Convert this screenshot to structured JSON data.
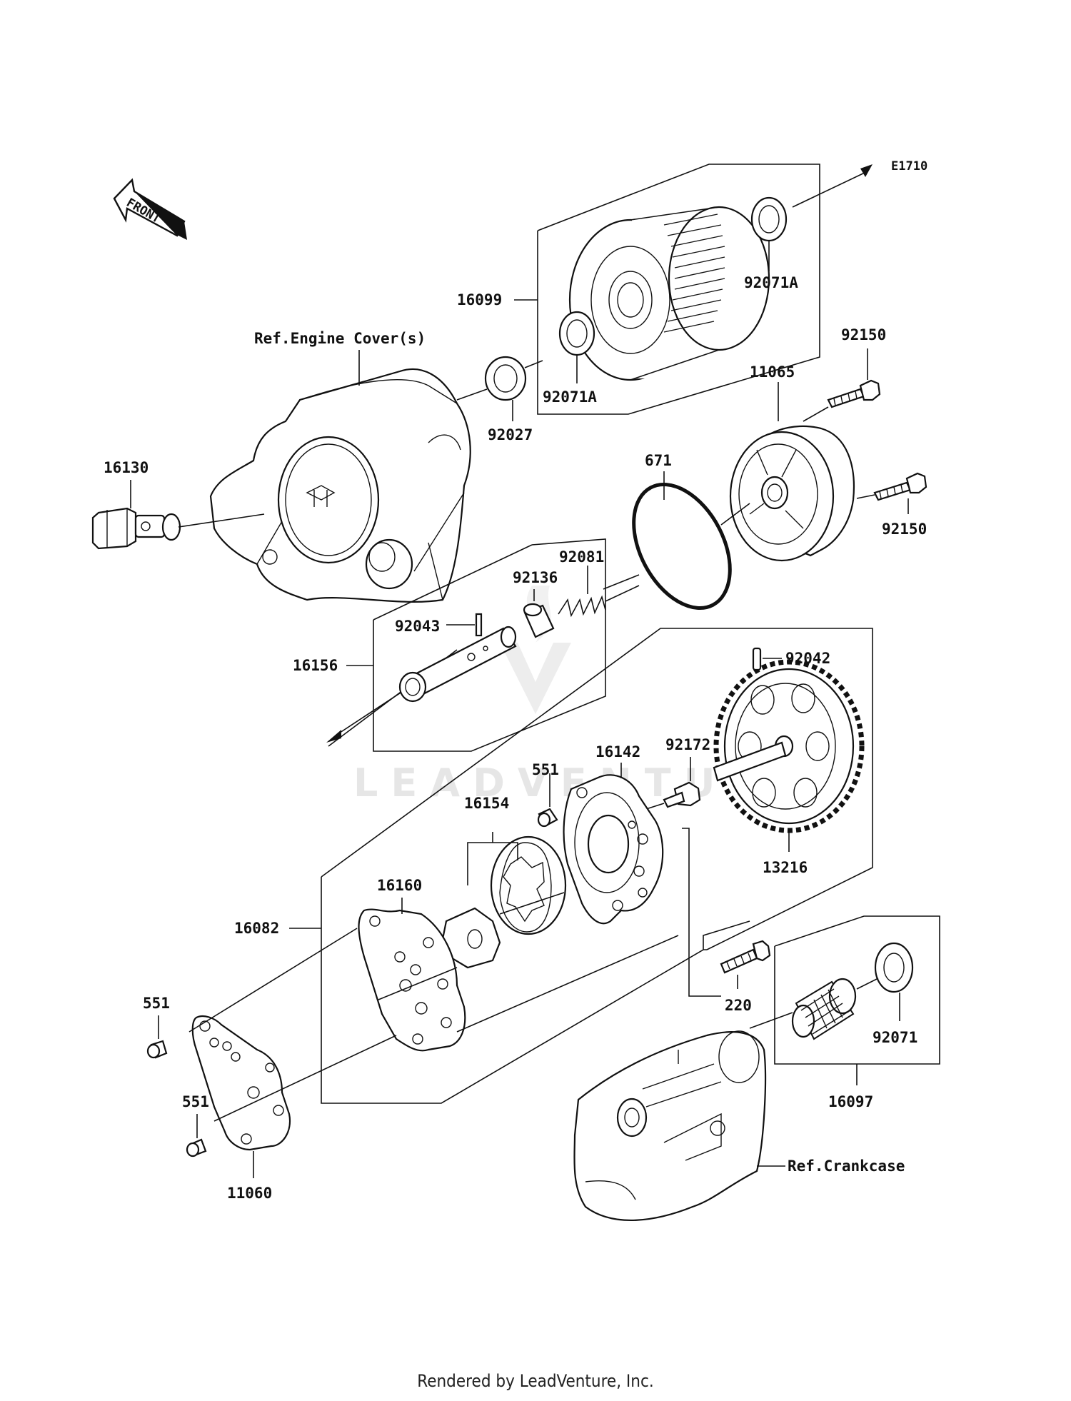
{
  "diagram_id": "E1710",
  "front_label": "FRONT",
  "watermark": "LEADVENTURE",
  "footer": "Rendered by LeadVenture, Inc.",
  "refs": {
    "engine_cover": "Ref.Engine Cover(s)",
    "crankcase": "Ref.Crankcase"
  },
  "parts": {
    "p16099": "16099",
    "p92071A_top": "92071A",
    "p92071A_bottom": "92071A",
    "p92027": "92027",
    "p92150_top": "92150",
    "p92150_bottom": "92150",
    "p11065": "11065",
    "p671": "671",
    "p16130": "16130",
    "p92081": "92081",
    "p92136": "92136",
    "p92043": "92043",
    "p16156": "16156",
    "p92042": "92042",
    "p92172": "92172",
    "p16142": "16142",
    "p551_mid": "551",
    "p16154": "16154",
    "p13216": "13216",
    "p16160": "16160",
    "p16082": "16082",
    "p551_left_top": "551",
    "p551_left_bottom": "551",
    "p11060": "11060",
    "p220": "220",
    "p92071": "92071",
    "p16097": "16097"
  }
}
